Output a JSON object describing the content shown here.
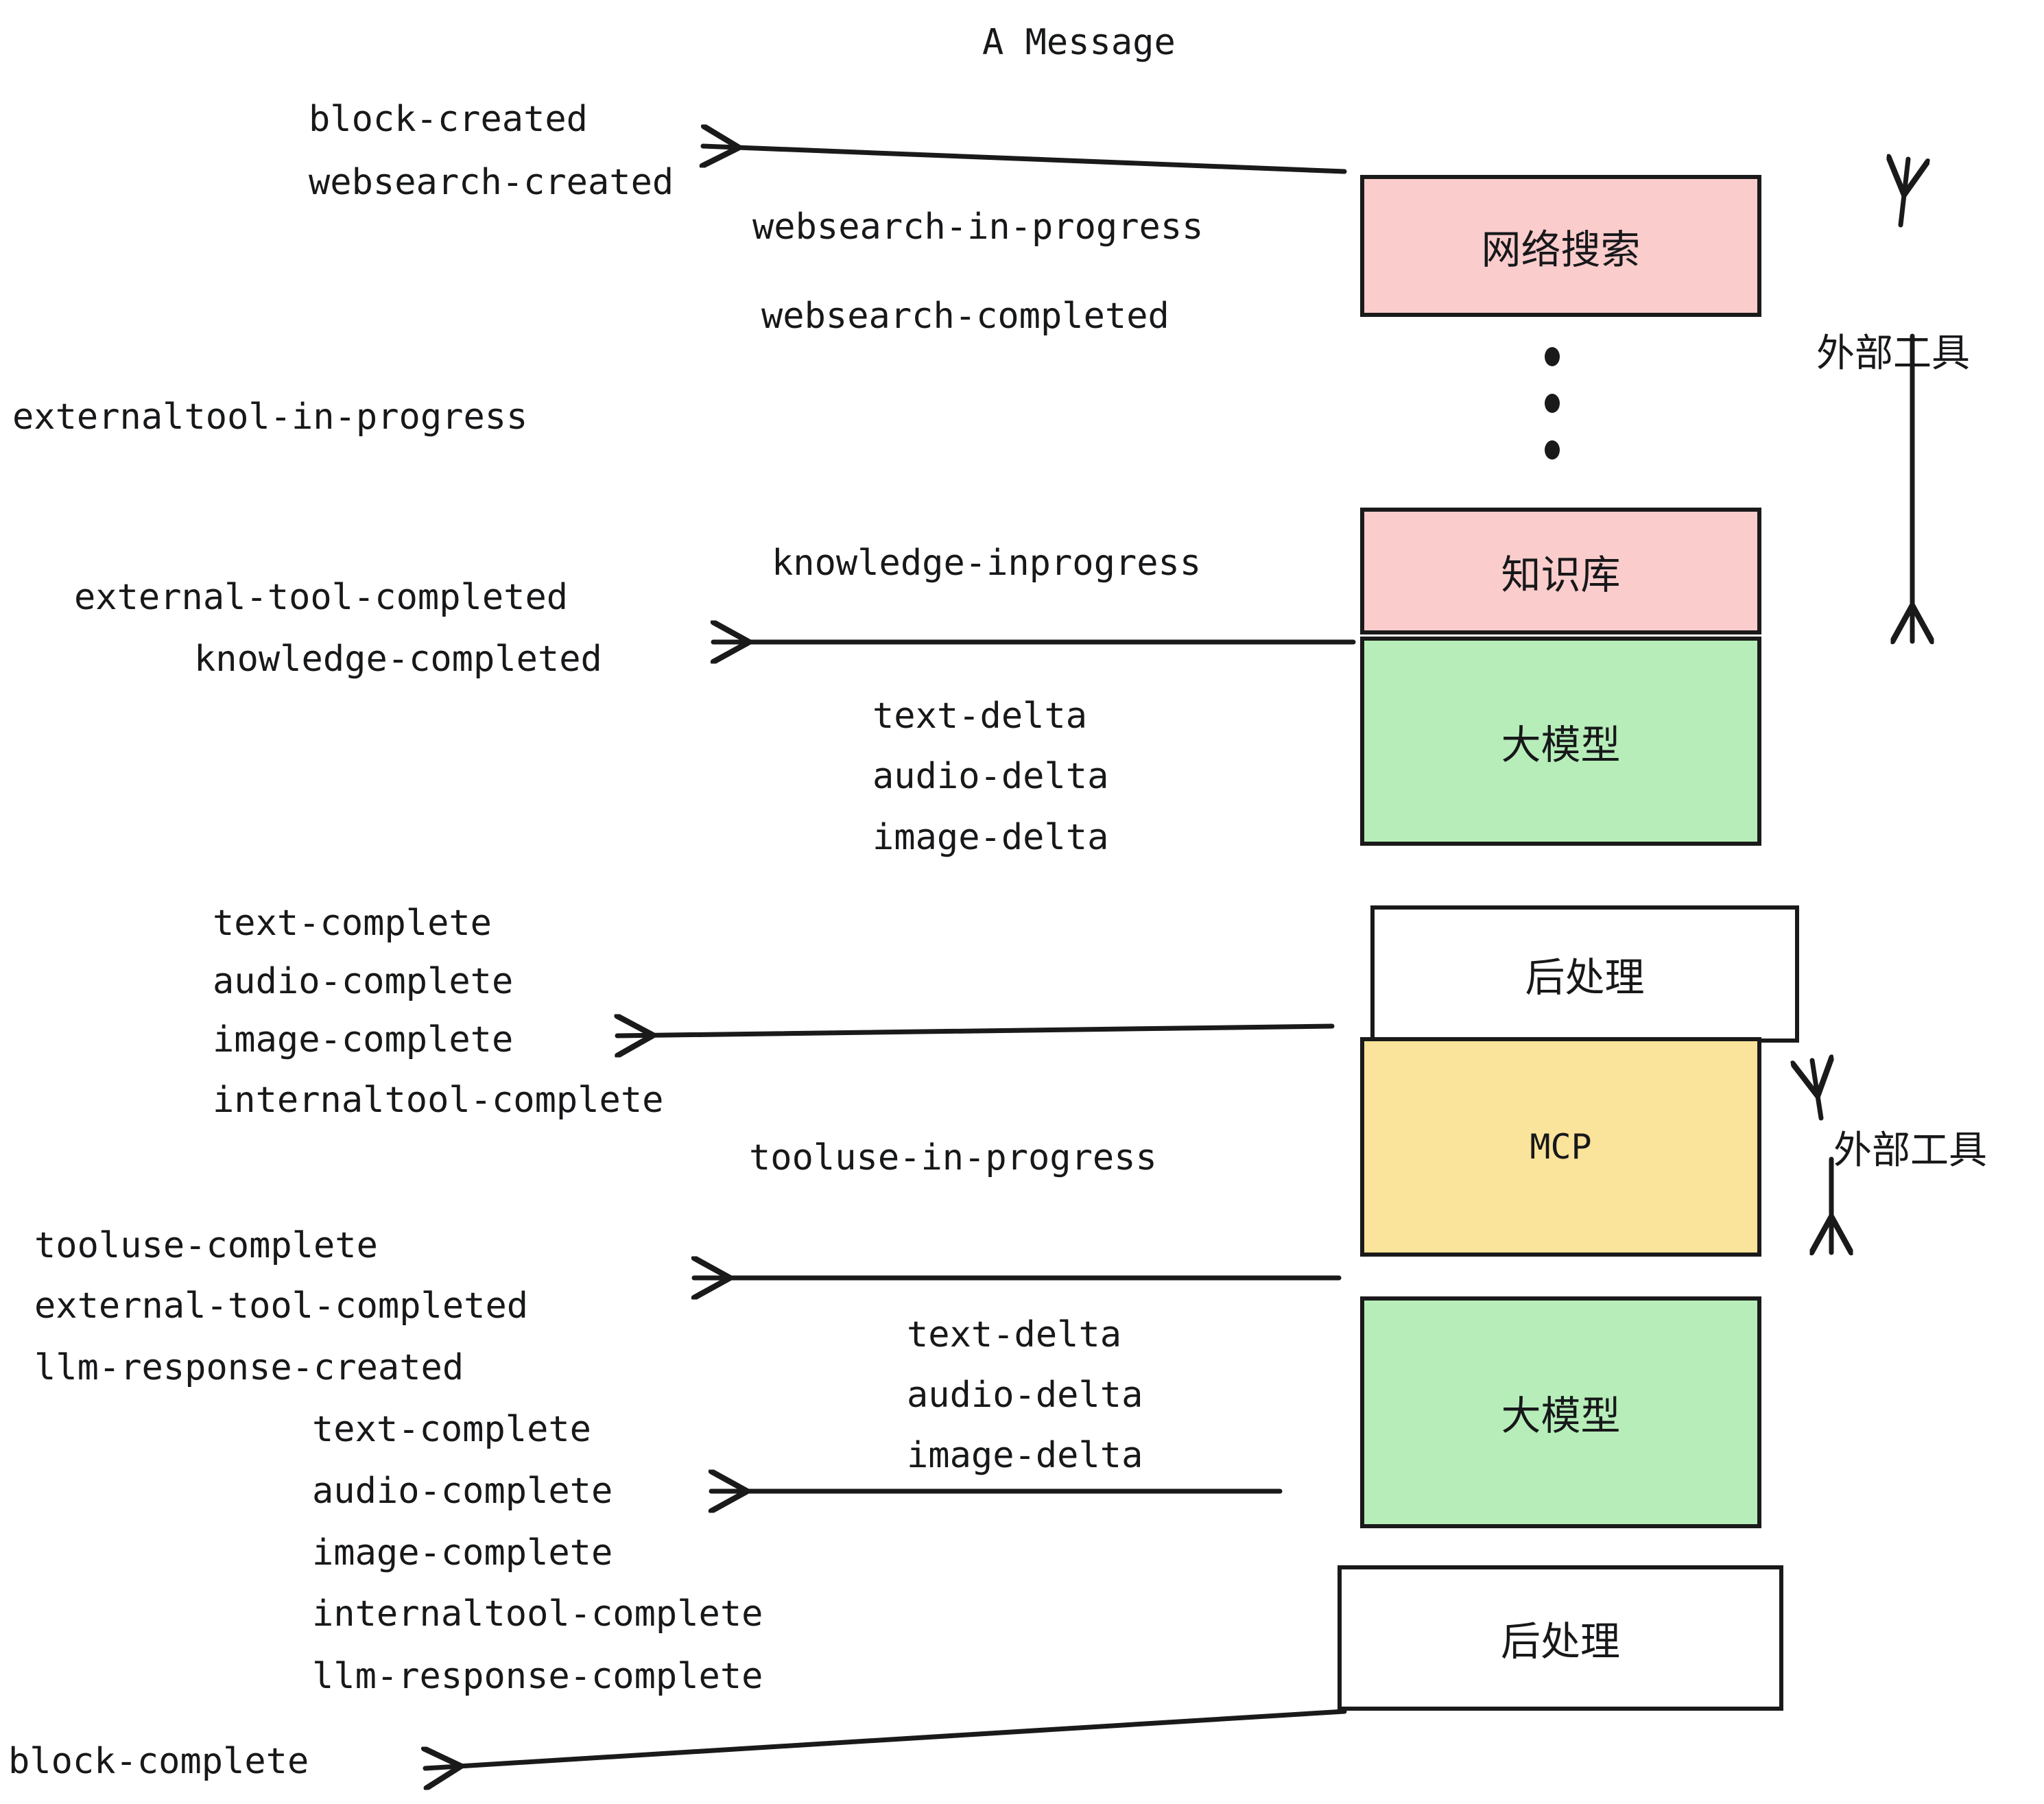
{
  "diagram": {
    "title": "A Message",
    "colors": {
      "pink": "#fbcccc",
      "green": "#b6edb9",
      "yellow": "#fae39a",
      "white": "#ffffff",
      "stroke": "#1a1a1a",
      "text": "#17181a",
      "background": "#ffffff"
    },
    "nodes": [
      {
        "id": "websearch",
        "label": "网络搜索",
        "fill": "pink",
        "mono": false
      },
      {
        "id": "knowledge",
        "label": "知识库",
        "fill": "pink",
        "mono": false
      },
      {
        "id": "llm-1",
        "label": "大模型",
        "fill": "green",
        "mono": false
      },
      {
        "id": "postprocess-1",
        "label": "后处理",
        "fill": "white",
        "mono": false
      },
      {
        "id": "mcp",
        "label": "MCP",
        "fill": "yellow",
        "mono": true
      },
      {
        "id": "llm-2",
        "label": "大模型",
        "fill": "green",
        "mono": false
      },
      {
        "id": "postprocess-2",
        "label": "后处理",
        "fill": "white",
        "mono": false
      }
    ],
    "brace_labels": [
      {
        "id": "external-tools-top",
        "label": "外部工具"
      },
      {
        "id": "external-tools-bottom",
        "label": "外部工具"
      }
    ],
    "events": [
      {
        "id": "block-created",
        "label": "block-created"
      },
      {
        "id": "websearch-created",
        "label": "websearch-created"
      },
      {
        "id": "websearch-in-progress",
        "label": "websearch-in-progress"
      },
      {
        "id": "websearch-completed",
        "label": "websearch-completed"
      },
      {
        "id": "externaltool-in-progress",
        "label": "externaltool-in-progress"
      },
      {
        "id": "knowledge-inprogress",
        "label": "knowledge-inprogress"
      },
      {
        "id": "external-tool-completed-1",
        "label": "external-tool-completed"
      },
      {
        "id": "knowledge-completed",
        "label": "knowledge-completed"
      },
      {
        "id": "text-delta-1",
        "label": "text-delta"
      },
      {
        "id": "audio-delta-1",
        "label": "audio-delta"
      },
      {
        "id": "image-delta-1",
        "label": "image-delta"
      },
      {
        "id": "text-complete-1",
        "label": "text-complete"
      },
      {
        "id": "audio-complete-1",
        "label": "audio-complete"
      },
      {
        "id": "image-complete-1",
        "label": "image-complete"
      },
      {
        "id": "internaltool-complete-1",
        "label": "internaltool-complete"
      },
      {
        "id": "tooluse-in-progress",
        "label": "tooluse-in-progress"
      },
      {
        "id": "tooluse-complete",
        "label": "tooluse-complete"
      },
      {
        "id": "external-tool-completed-2",
        "label": "external-tool-completed"
      },
      {
        "id": "llm-response-created",
        "label": "llm-response-created"
      },
      {
        "id": "text-delta-2",
        "label": "text-delta"
      },
      {
        "id": "audio-delta-2",
        "label": "audio-delta"
      },
      {
        "id": "image-delta-2",
        "label": "image-delta"
      },
      {
        "id": "text-complete-2",
        "label": "text-complete"
      },
      {
        "id": "audio-complete-2",
        "label": "audio-complete"
      },
      {
        "id": "image-complete-2",
        "label": "image-complete"
      },
      {
        "id": "internaltool-complete-2",
        "label": "internaltool-complete"
      },
      {
        "id": "llm-response-complete",
        "label": "llm-response-complete"
      },
      {
        "id": "block-complete",
        "label": "block-complete"
      }
    ]
  }
}
